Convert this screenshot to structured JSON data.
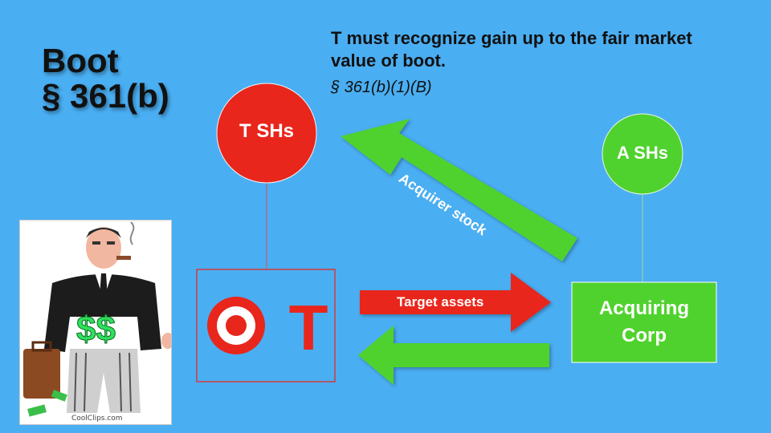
{
  "title": {
    "line1": "Boot",
    "line2": "§ 361(b)"
  },
  "note": {
    "text": "T must recognize gain up to the fair market value of boot.",
    "citation": "§ 361(b)(1)(B)"
  },
  "nodes": {
    "t_shareholders": "T SHs",
    "a_shareholders": "A SHs",
    "acquiring_corp_line1": "Acquiring",
    "acquiring_corp_line2": "Corp",
    "target_logo_letter": "T"
  },
  "arrows": {
    "target_assets": "Target assets",
    "acquirer_stock": "Acquirer stock"
  },
  "clipart": {
    "credit": "CoolClips.com",
    "money_text": "$$"
  },
  "colors": {
    "background": "#4aaef2",
    "red": "#e8261c",
    "green": "#50d22e",
    "white": "#ffffff"
  }
}
